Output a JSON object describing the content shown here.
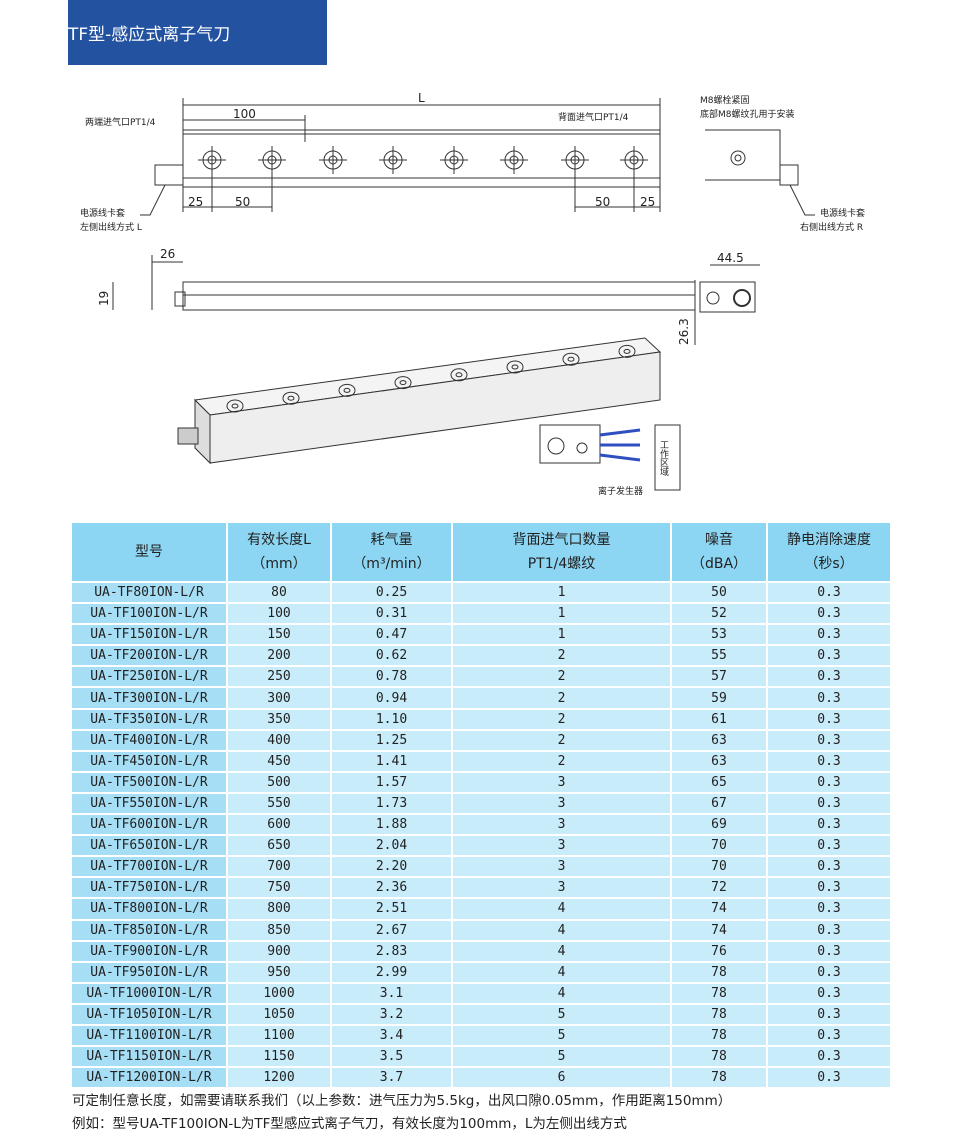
{
  "header": {
    "title": "TF型-感应式离子气刀"
  },
  "drawing": {
    "top_view": {
      "dim_L": "L",
      "dim_100": "100",
      "left_inlet": "两端进气口PT1/4",
      "back_inlet": "背面进气口PT1/4",
      "m8_line1": "M8螺栓紧固",
      "m8_line2": "底部M8螺纹孔用于安装",
      "d25a": "25",
      "d50a": "50",
      "d50b": "50",
      "d25b": "25",
      "left_cable_1": "电源线卡套",
      "left_cable_2": "左侧出线方式 L",
      "right_cable_1": "电源线卡套",
      "right_cable_2": "右侧出线方式 R"
    },
    "side_view": {
      "d26": "26",
      "d19": "19",
      "d44_5": "44.5",
      "d26_3": "26.3"
    },
    "iso_view": {
      "ion_generator": "离子发生器",
      "work_area": "工作区域"
    }
  },
  "table": {
    "headers": [
      {
        "l1": "型号",
        "l2": ""
      },
      {
        "l1": "有效长度L",
        "l2": "（mm）"
      },
      {
        "l1": "耗气量",
        "l2": "（m³/min）"
      },
      {
        "l1": "背面进气口数量",
        "l2": "PT1/4螺纹"
      },
      {
        "l1": "噪音",
        "l2": "（dBA）"
      },
      {
        "l1": "静电消除速度",
        "l2": "（秒s）"
      }
    ],
    "rows": [
      [
        "UA-TF80ION-L/R",
        "80",
        "0.25",
        "1",
        "50",
        "0.3"
      ],
      [
        "UA-TF100ION-L/R",
        "100",
        "0.31",
        "1",
        "52",
        "0.3"
      ],
      [
        "UA-TF150ION-L/R",
        "150",
        "0.47",
        "1",
        "53",
        "0.3"
      ],
      [
        "UA-TF200ION-L/R",
        "200",
        "0.62",
        "2",
        "55",
        "0.3"
      ],
      [
        "UA-TF250ION-L/R",
        "250",
        "0.78",
        "2",
        "57",
        "0.3"
      ],
      [
        "UA-TF300ION-L/R",
        "300",
        "0.94",
        "2",
        "59",
        "0.3"
      ],
      [
        "UA-TF350ION-L/R",
        "350",
        "1.10",
        "2",
        "61",
        "0.3"
      ],
      [
        "UA-TF400ION-L/R",
        "400",
        "1.25",
        "2",
        "63",
        "0.3"
      ],
      [
        "UA-TF450ION-L/R",
        "450",
        "1.41",
        "2",
        "63",
        "0.3"
      ],
      [
        "UA-TF500ION-L/R",
        "500",
        "1.57",
        "3",
        "65",
        "0.3"
      ],
      [
        "UA-TF550ION-L/R",
        "550",
        "1.73",
        "3",
        "67",
        "0.3"
      ],
      [
        "UA-TF600ION-L/R",
        "600",
        "1.88",
        "3",
        "69",
        "0.3"
      ],
      [
        "UA-TF650ION-L/R",
        "650",
        "2.04",
        "3",
        "70",
        "0.3"
      ],
      [
        "UA-TF700ION-L/R",
        "700",
        "2.20",
        "3",
        "70",
        "0.3"
      ],
      [
        "UA-TF750ION-L/R",
        "750",
        "2.36",
        "3",
        "72",
        "0.3"
      ],
      [
        "UA-TF800ION-L/R",
        "800",
        "2.51",
        "4",
        "74",
        "0.3"
      ],
      [
        "UA-TF850ION-L/R",
        "850",
        "2.67",
        "4",
        "74",
        "0.3"
      ],
      [
        "UA-TF900ION-L/R",
        "900",
        "2.83",
        "4",
        "76",
        "0.3"
      ],
      [
        "UA-TF950ION-L/R",
        "950",
        "2.99",
        "4",
        "78",
        "0.3"
      ],
      [
        "UA-TF1000ION-L/R",
        "1000",
        "3.1",
        "4",
        "78",
        "0.3"
      ],
      [
        "UA-TF1050ION-L/R",
        "1050",
        "3.2",
        "5",
        "78",
        "0.3"
      ],
      [
        "UA-TF1100ION-L/R",
        "1100",
        "3.4",
        "5",
        "78",
        "0.3"
      ],
      [
        "UA-TF1150ION-L/R",
        "1150",
        "3.5",
        "5",
        "78",
        "0.3"
      ],
      [
        "UA-TF1200ION-L/R",
        "1200",
        "3.7",
        "6",
        "78",
        "0.3"
      ]
    ]
  },
  "notes": {
    "line1": "可定制任意长度，如需要请联系我们（以上参数：进气压力为5.5kg，出风口隙0.05mm，作用距离150mm）",
    "line2": "例如：型号UA-TF100ION-L为TF型感应式离子气刀，有效长度为100mm，L为左侧出线方式"
  }
}
